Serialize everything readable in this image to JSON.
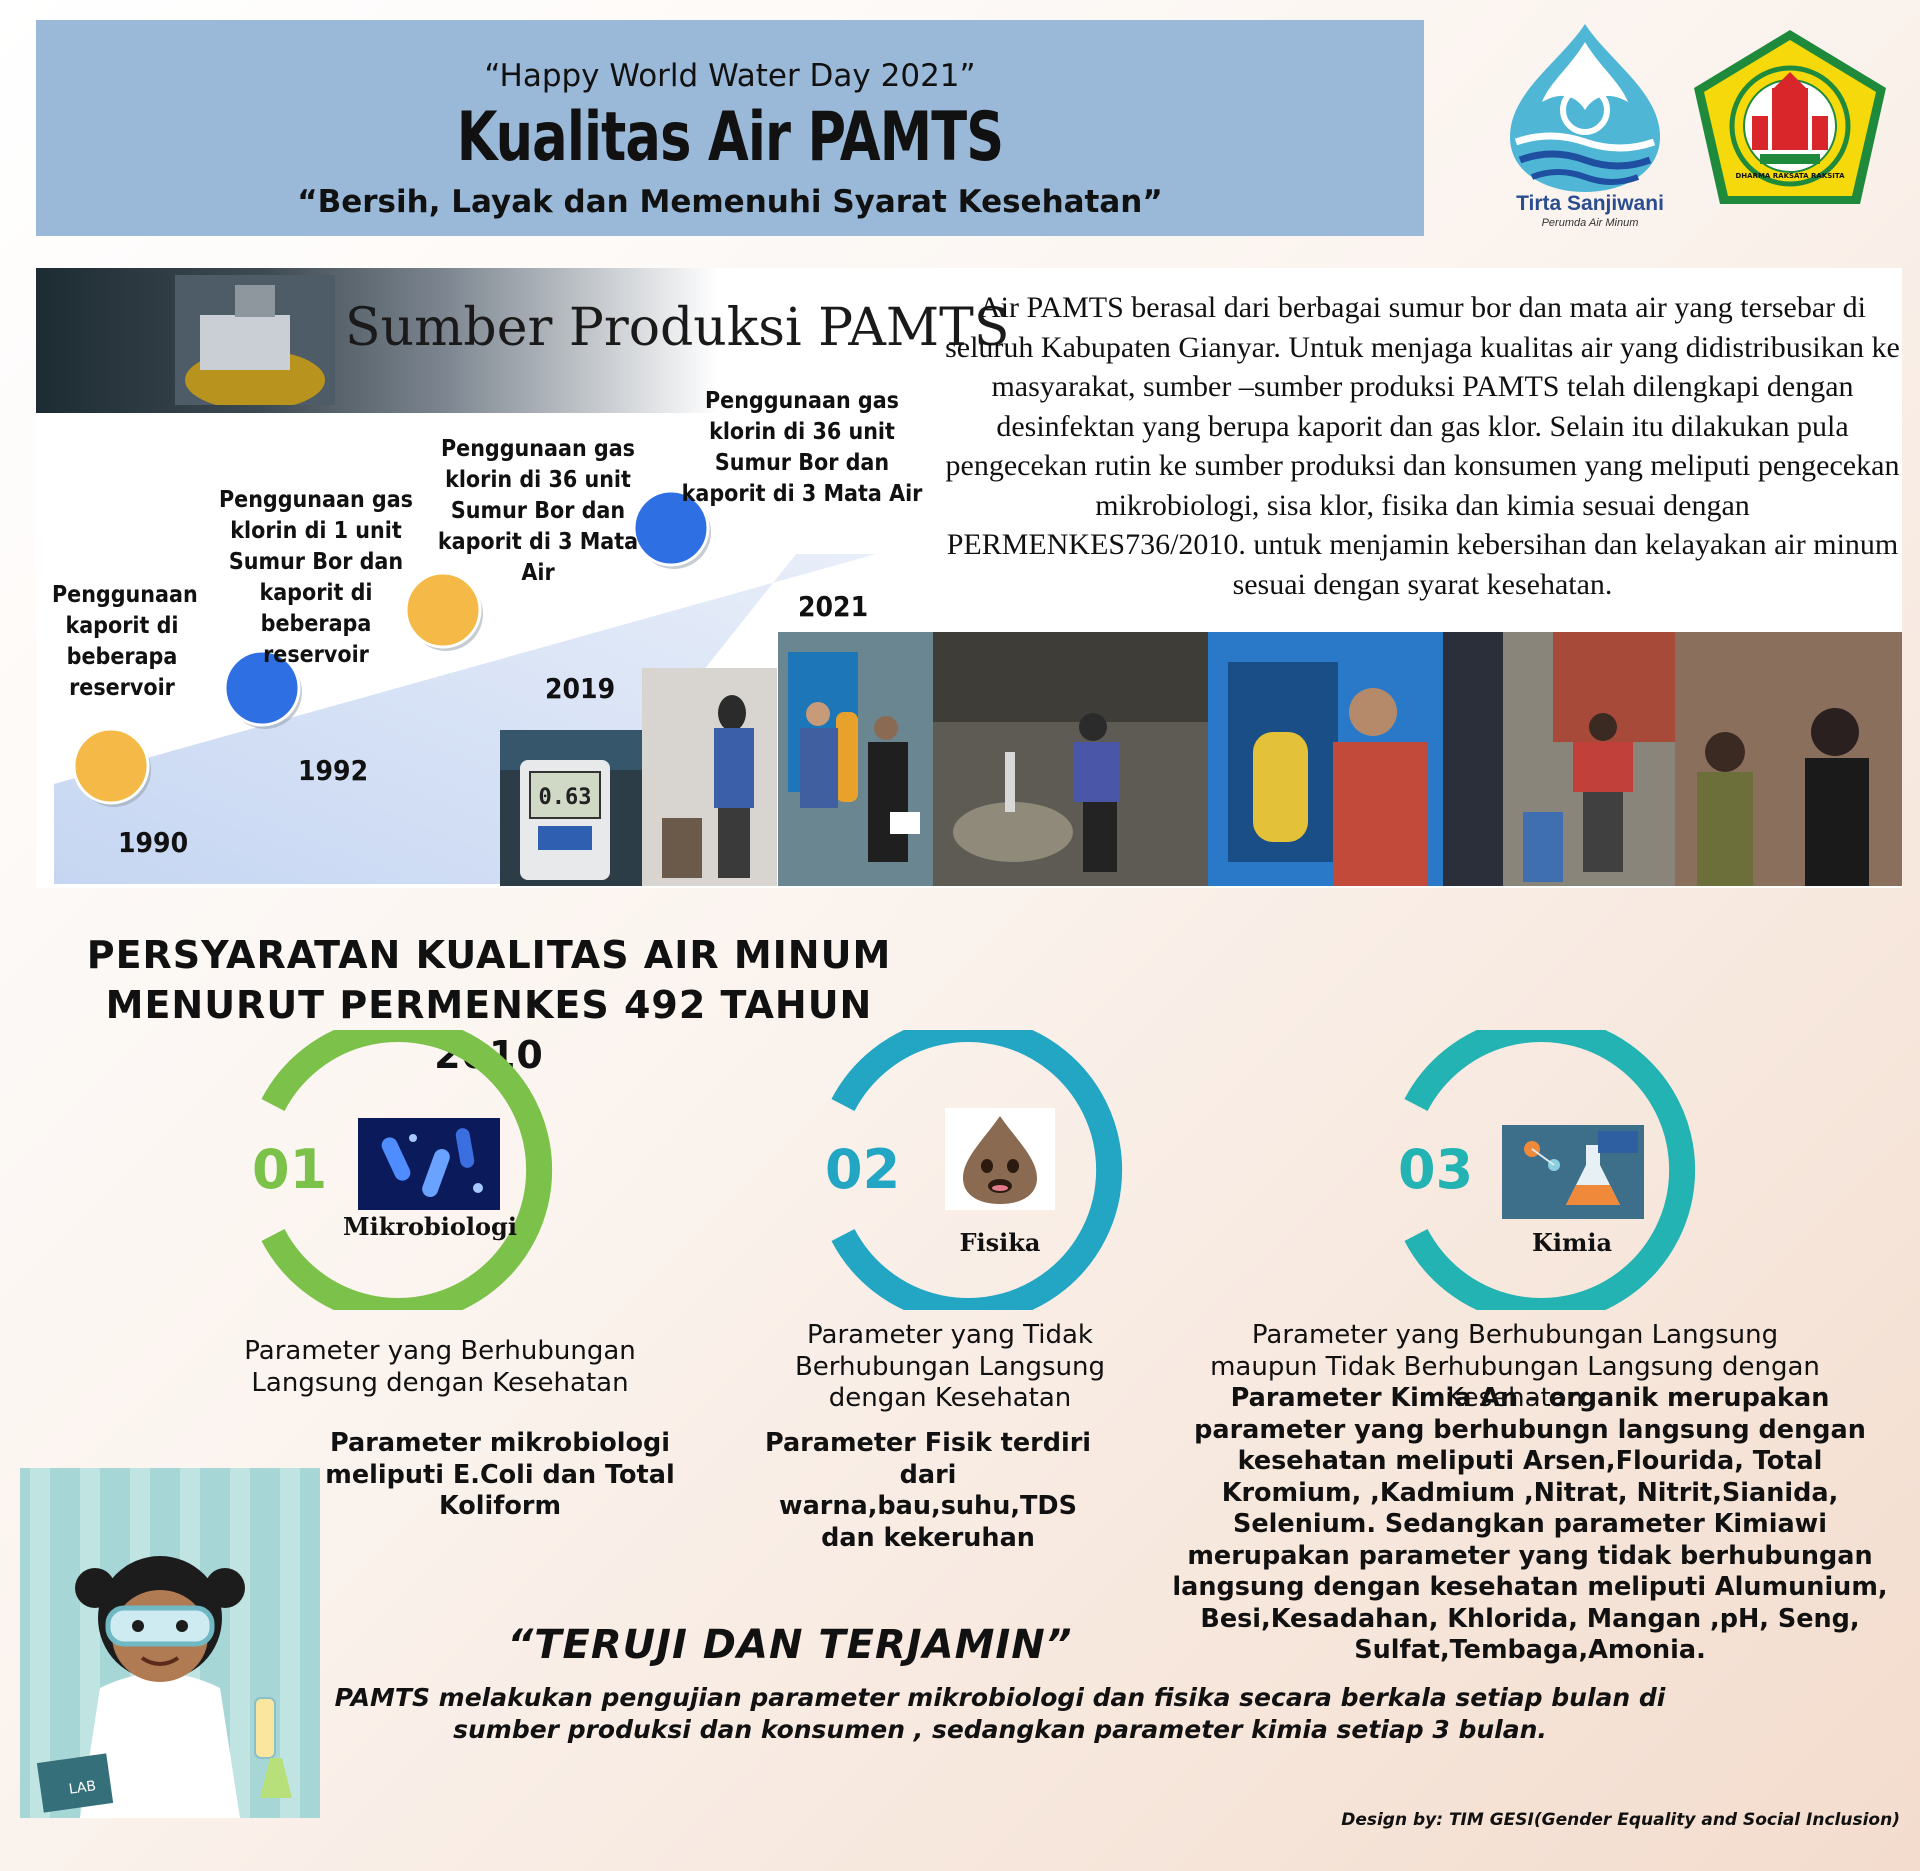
{
  "header": {
    "subtitle": "“Happy World Water Day 2021”",
    "title": "Kualitas Air PAMTS",
    "tagline": "“Bersih, Layak dan Memenuhi Syarat Kesehatan”"
  },
  "logos": {
    "tirta_name": "Tirta Sanjiwani",
    "tirta_sub": "Perumda Air Minum",
    "gianyar_motto": "DHARMA RAKSATA RAKSITA"
  },
  "sumber": {
    "title": "Sumber Produksi PAMTS",
    "description": "Air PAMTS berasal dari berbagai sumur bor dan mata air yang tersebar di seluruh Kabupaten Gianyar. Untuk menjaga kualitas air yang didistribusikan ke masyarakat, sumber –sumber produksi PAMTS telah dilengkapi dengan desinfektan yang berupa kaporit dan gas klor. Selain itu dilakukan pula pengecekan rutin ke sumber produksi dan konsumen yang meliputi pengecekan mikrobiologi, sisa klor, fisika dan kimia sesuai dengan PERMENKES736/2010. untuk menjamin kebersihan dan kelayakan air minum sesuai dengan syarat kesehatan.",
    "meter_reading": "0.63"
  },
  "timeline": [
    {
      "year": "1990",
      "label": "Penggunaan kaporit di beberapa reservoir",
      "color": "#f4b947"
    },
    {
      "year": "1992",
      "label": "Penggunaan gas klorin di 1 unit Sumur Bor dan kaporit di beberapa reservoir",
      "color": "#2f6fe4"
    },
    {
      "year": "2019",
      "label": "Penggunaan gas klorin di 36 unit Sumur Bor dan kaporit di 3 Mata Air",
      "color": "#f4b947"
    },
    {
      "year": "2021",
      "label": "Penggunaan gas klorin di 36 unit Sumur Bor dan kaporit di 3 Mata Air",
      "color": "#2f6fe4"
    }
  ],
  "requirements": {
    "title_line1": "PERSYARATAN KUALITAS AIR MINUM",
    "title_line2": "MENURUT PERMENKES 492 TAHUN 2010",
    "items": [
      {
        "number": "01",
        "name": "Mikrobiologi",
        "color": "#7cc24a",
        "desc": "Parameter yang Berhubungan Langsung dengan Kesehatan",
        "detail": "Parameter mikrobiologi meliputi E.Coli dan Total Koliform"
      },
      {
        "number": "02",
        "name": "Fisika",
        "color": "#22a6c4",
        "desc": "Parameter yang Tidak Berhubungan Langsung dengan Kesehatan",
        "detail": "Parameter Fisik terdiri dari warna,bau,suhu,TDS dan kekeruhan"
      },
      {
        "number": "03",
        "name": "Kimia",
        "color": "#23b3b3",
        "desc": "Parameter yang Berhubungan Langsung maupun Tidak Berhubungan Langsung dengan Kesehatan",
        "detail": "Parameter Kimia An – organik merupakan parameter yang berhubungn langsung dengan kesehatan meliputi Arsen,Flourida, Total Kromium, ,Kadmium ,Nitrat, Nitrit,Sianida, Selenium. Sedangkan parameter Kimiawi merupakan parameter yang tidak berhubungan langsung dengan kesehatan meliputi Alumunium, Besi,Kesadahan, Khlorida, Mangan ,pH, Seng, Sulfat,Tembaga,Amonia."
      }
    ]
  },
  "lab_book_label": "LAB",
  "closing": {
    "slogan": "“TERUJI DAN TERJAMIN”",
    "text": "PAMTS melakukan pengujian parameter mikrobiologi dan fisika secara berkala setiap bulan di sumber produksi dan konsumen , sedangkan parameter kimia setiap 3 bulan."
  },
  "credit": "Design by: TIM GESI(Gender Equality and Social Inclusion)"
}
